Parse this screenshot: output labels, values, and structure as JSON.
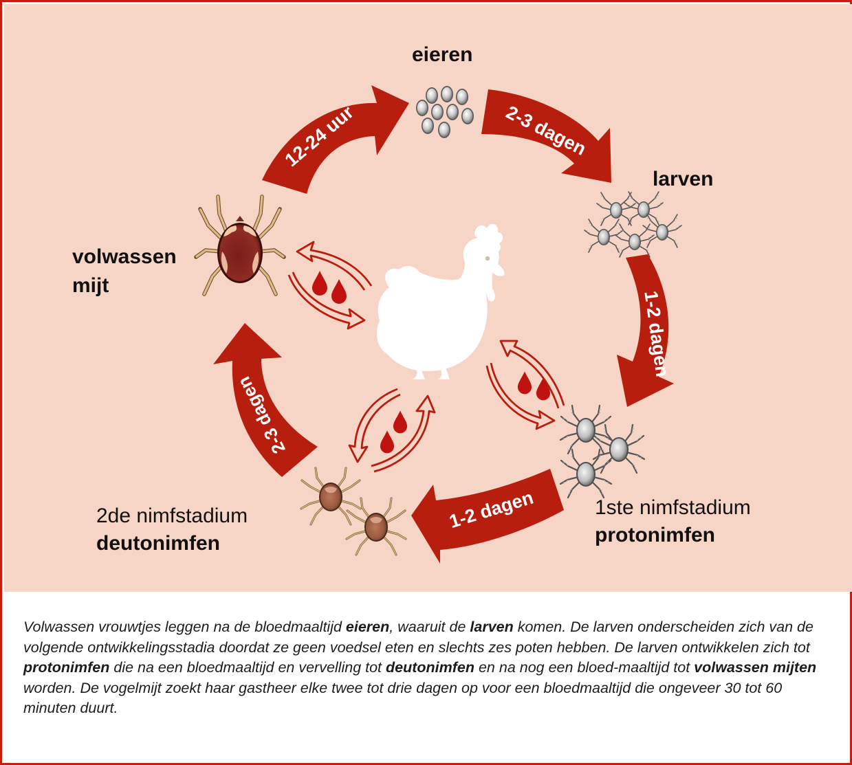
{
  "colors": {
    "frame": "#c41e0c",
    "panel_background": "#f6d4c6",
    "arrow_red": "#b81e0e",
    "blood_red": "#c0120f",
    "hen": "#ffffff"
  },
  "stages": {
    "eggs": {
      "label": "eieren"
    },
    "larvae": {
      "label": "larven"
    },
    "protonymph": {
      "line1": "1ste nimfstadium",
      "line2": "protonimfen"
    },
    "deutonymph": {
      "line1": "2de nimfstadium",
      "line2": "deutonimfen"
    },
    "adult": {
      "line1": "volwassen",
      "line2": "mijt"
    }
  },
  "arrows": {
    "adult_to_eggs": "12-24 uur",
    "eggs_to_larvae": "2-3 dagen",
    "larvae_to_protonymph": "1-2 dagen",
    "protonymph_to_deutonymph": "1-2 dagen",
    "deutonymph_to_adult": "2-3 dagen"
  },
  "icons": {
    "center": "hen-icon",
    "blood": "blood-drop-icon",
    "feeding": "curved-double-arrow-icon"
  },
  "caption": {
    "p1": "Volwassen vrouwtjes leggen na de bloedmaaltijd ",
    "b1": "eieren",
    "p2": ", waaruit de ",
    "b2": "larven",
    "p3": " komen. De larven onderscheiden zich van de volgende ontwikkelingsstadia doordat ze geen voedsel eten en slechts zes poten hebben. De larven ontwikkelen zich tot ",
    "b3": "protonimfen",
    "p4": " die na een bloedmaaltijd en vervelling tot ",
    "b4": "deutonimfen",
    "p5": " en na nog een bloed-maaltijd tot ",
    "b5": "volwassen mijten",
    "p6": " worden. De vogelmijt zoekt haar gastheer elke twee tot drie dagen op voor een bloedmaaltijd die ongeveer 30 tot 60 minuten duurt."
  }
}
